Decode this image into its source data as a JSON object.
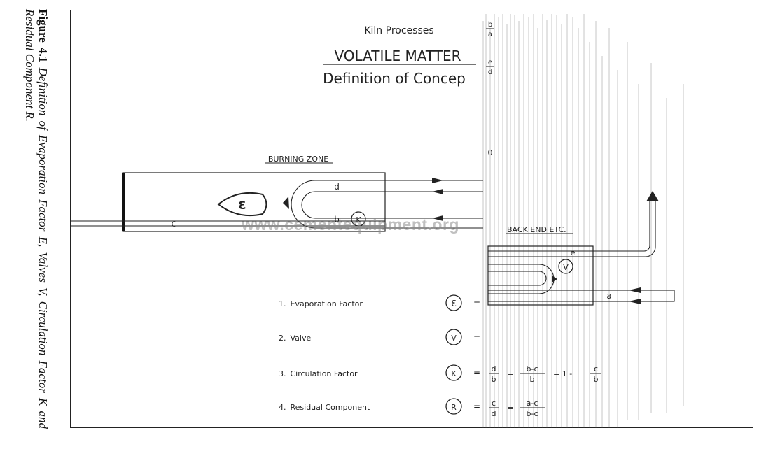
{
  "caption": {
    "label": "Figure 4.1",
    "text": "Definition of Evaporation Factor E, Valves V, Circulation Factor K and Residual Component R."
  },
  "header": {
    "subtitle": "Kiln Processes",
    "title": "VOLATILE MATTER",
    "concept": "Definition of Concep"
  },
  "zones": {
    "burning": "BURNING ZONE",
    "back_end": "BACK END ETC."
  },
  "stream_labels": {
    "a": "a",
    "b": "b",
    "c": "c",
    "d": "d",
    "e": "e"
  },
  "symbols": {
    "E": "Ɛ",
    "K": "K",
    "V": "V",
    "R": "R"
  },
  "definitions": [
    {
      "number": "1.",
      "label": "Evaporation Factor",
      "symbol": "Ɛ"
    },
    {
      "number": "2.",
      "label": "Valve",
      "symbol": "V"
    },
    {
      "number": "3.",
      "label": "Circulation Factor",
      "symbol": "K"
    },
    {
      "number": "4.",
      "label": "Residual   Component",
      "symbol": "R"
    }
  ],
  "formulas": {
    "equals": "=",
    "e_num": "b",
    "e_den": "a",
    "v_num": "e",
    "v_den": "d",
    "k_num": "d",
    "k_den": "b",
    "k2_num": "b-c",
    "k2_den": "b",
    "k3_prefix": "= 1 -",
    "k3_num": "c",
    "k3_den": "b",
    "r_num": "c",
    "r_den": "d",
    "r2_num": "a-c",
    "r2_den": "b-c",
    "side_zero": "0"
  },
  "watermark": "www.cementequipment.org"
}
